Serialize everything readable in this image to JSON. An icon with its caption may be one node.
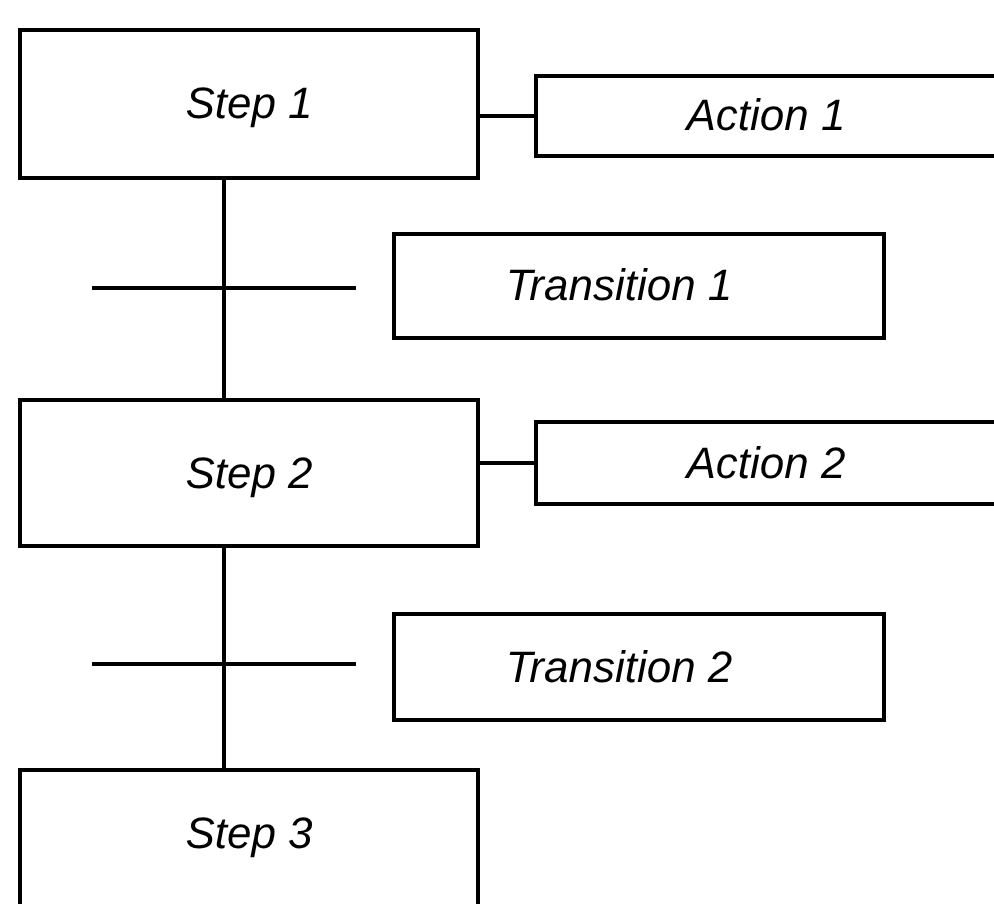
{
  "diagram": {
    "nodes": [
      {
        "text": [
          "Step 1"
        ]
      },
      {
        "text": [
          "Action 1"
        ]
      },
      {
        "text": [
          "Transition 1"
        ]
      },
      {
        "text": [
          "Step 2"
        ]
      },
      {
        "text": [
          "Action 2"
        ]
      },
      {
        "text": [
          "Transition 2"
        ]
      },
      {
        "text": [
          "Step 3"
        ]
      }
    ],
    "edges": [
      {
        "from": 0,
        "to": 1,
        "arrow": "none"
      },
      {
        "from": 0,
        "to": 3,
        "arrow": "none"
      },
      {
        "from": 3,
        "to": 4,
        "arrow": "none"
      },
      {
        "from": 3,
        "to": 6,
        "arrow": "none"
      }
    ]
  }
}
